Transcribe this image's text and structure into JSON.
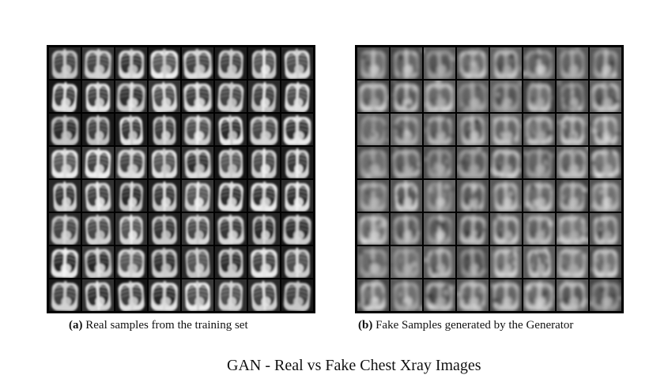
{
  "figure": {
    "title": "GAN - Real vs Fake Chest Xray Images",
    "panels": [
      {
        "id": "a",
        "label": "(a)",
        "caption": "Real samples from the training set",
        "grid_rows": 8,
        "grid_cols": 8,
        "style": "real"
      },
      {
        "id": "b",
        "label": "(b)",
        "caption": "Fake Samples generated by the Generator",
        "grid_rows": 8,
        "grid_cols": 8,
        "style": "fake"
      }
    ]
  }
}
